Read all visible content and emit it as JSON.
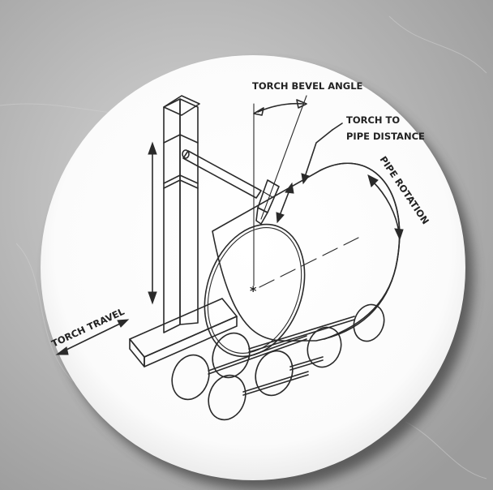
{
  "labels": {
    "torch_bevel_angle": "TORCH BEVEL ANGLE",
    "torch_to_pipe_line1": "TORCH TO",
    "torch_to_pipe_line2": "PIPE DISTANCE",
    "pipe_rotation": "PIPE ROTATION",
    "torch_travel": "TORCH TRAVEL"
  },
  "colors": {
    "background": "#b9b9b9",
    "disc": "#ffffff",
    "ink": "#2a2a2a",
    "shadow": "#4a4a4a"
  }
}
